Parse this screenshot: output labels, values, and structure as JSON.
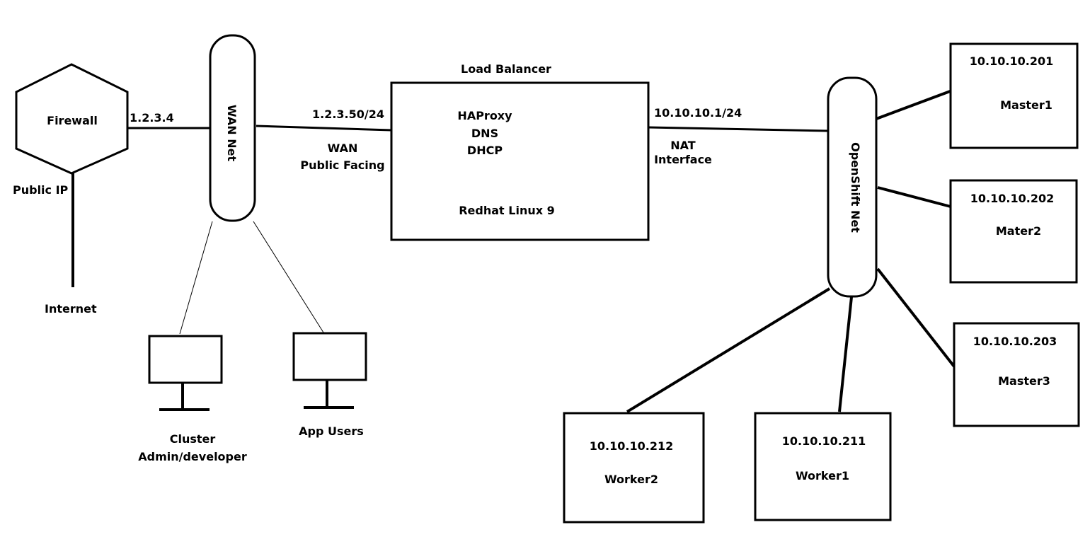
{
  "firewall": {
    "label": "Firewall",
    "ip": "1.2.3.4",
    "public_ip_label": "Public IP",
    "internet_label": "Internet"
  },
  "wan_net": {
    "label": "WAN Net"
  },
  "wan_link": {
    "ip": "1.2.3.50/24",
    "label_line1": "WAN",
    "label_line2": "Public Facing"
  },
  "load_balancer": {
    "title": "Load Balancer",
    "services": [
      "HAProxy",
      "DNS",
      "DHCP"
    ],
    "os": "Redhat Linux 9"
  },
  "nat_link": {
    "ip": "10.10.10.1/24",
    "label_line1": "NAT",
    "label_line2": "Interface"
  },
  "openshift_net": {
    "label": "OpenShift Net"
  },
  "clients": [
    {
      "label_line1": "Cluster",
      "label_line2": "Admin/developer"
    },
    {
      "label_line1": "App Users",
      "label_line2": ""
    }
  ],
  "nodes": [
    {
      "ip": "10.10.10.201",
      "name": "Master1"
    },
    {
      "ip": "10.10.10.202",
      "name": "Mater2"
    },
    {
      "ip": "10.10.10.203",
      "name": "Master3"
    },
    {
      "ip": "10.10.10.212",
      "name": "Worker2"
    },
    {
      "ip": "10.10.10.211",
      "name": "Worker1"
    }
  ]
}
